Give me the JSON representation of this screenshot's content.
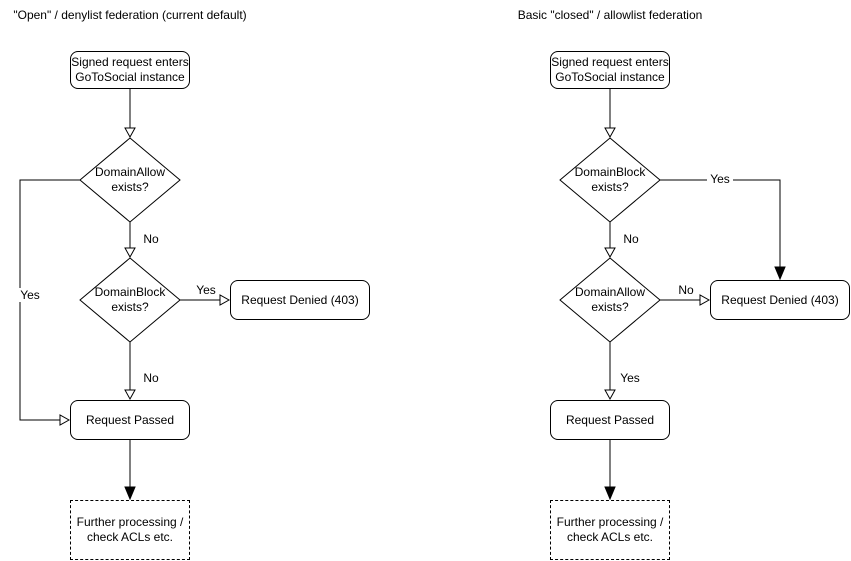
{
  "colors": {
    "stroke": "#000000",
    "node_fill": "#ffffff",
    "text": "#000000"
  },
  "charts": [
    {
      "title": "\"Open\" / denylist federation (current default)",
      "start_label": "Signed request enters\nGoToSocial instance",
      "decision1_label": "DomainAllow\nexists?",
      "decision1_branch_label": "Yes",
      "decision1_down_label": "No",
      "decision2_label": "DomainBlock\nexists?",
      "decision2_branch_label": "Yes",
      "decision2_down_label": "No",
      "denied_label": "Request Denied (403)",
      "passed_label": "Request Passed",
      "further_label": "Further processing /\ncheck ACLs etc."
    },
    {
      "title": "Basic \"closed\" / allowlist federation",
      "start_label": "Signed request enters\nGoToSocial instance",
      "decision1_label": "DomainBlock\nexists?",
      "decision1_branch_label": "Yes",
      "decision1_down_label": "No",
      "decision2_label": "DomainAllow\nexists?",
      "decision2_branch_label": "No",
      "decision2_down_label": "Yes",
      "denied_label": "Request Denied (403)",
      "passed_label": "Request Passed",
      "further_label": "Further processing /\ncheck ACLs etc."
    }
  ]
}
